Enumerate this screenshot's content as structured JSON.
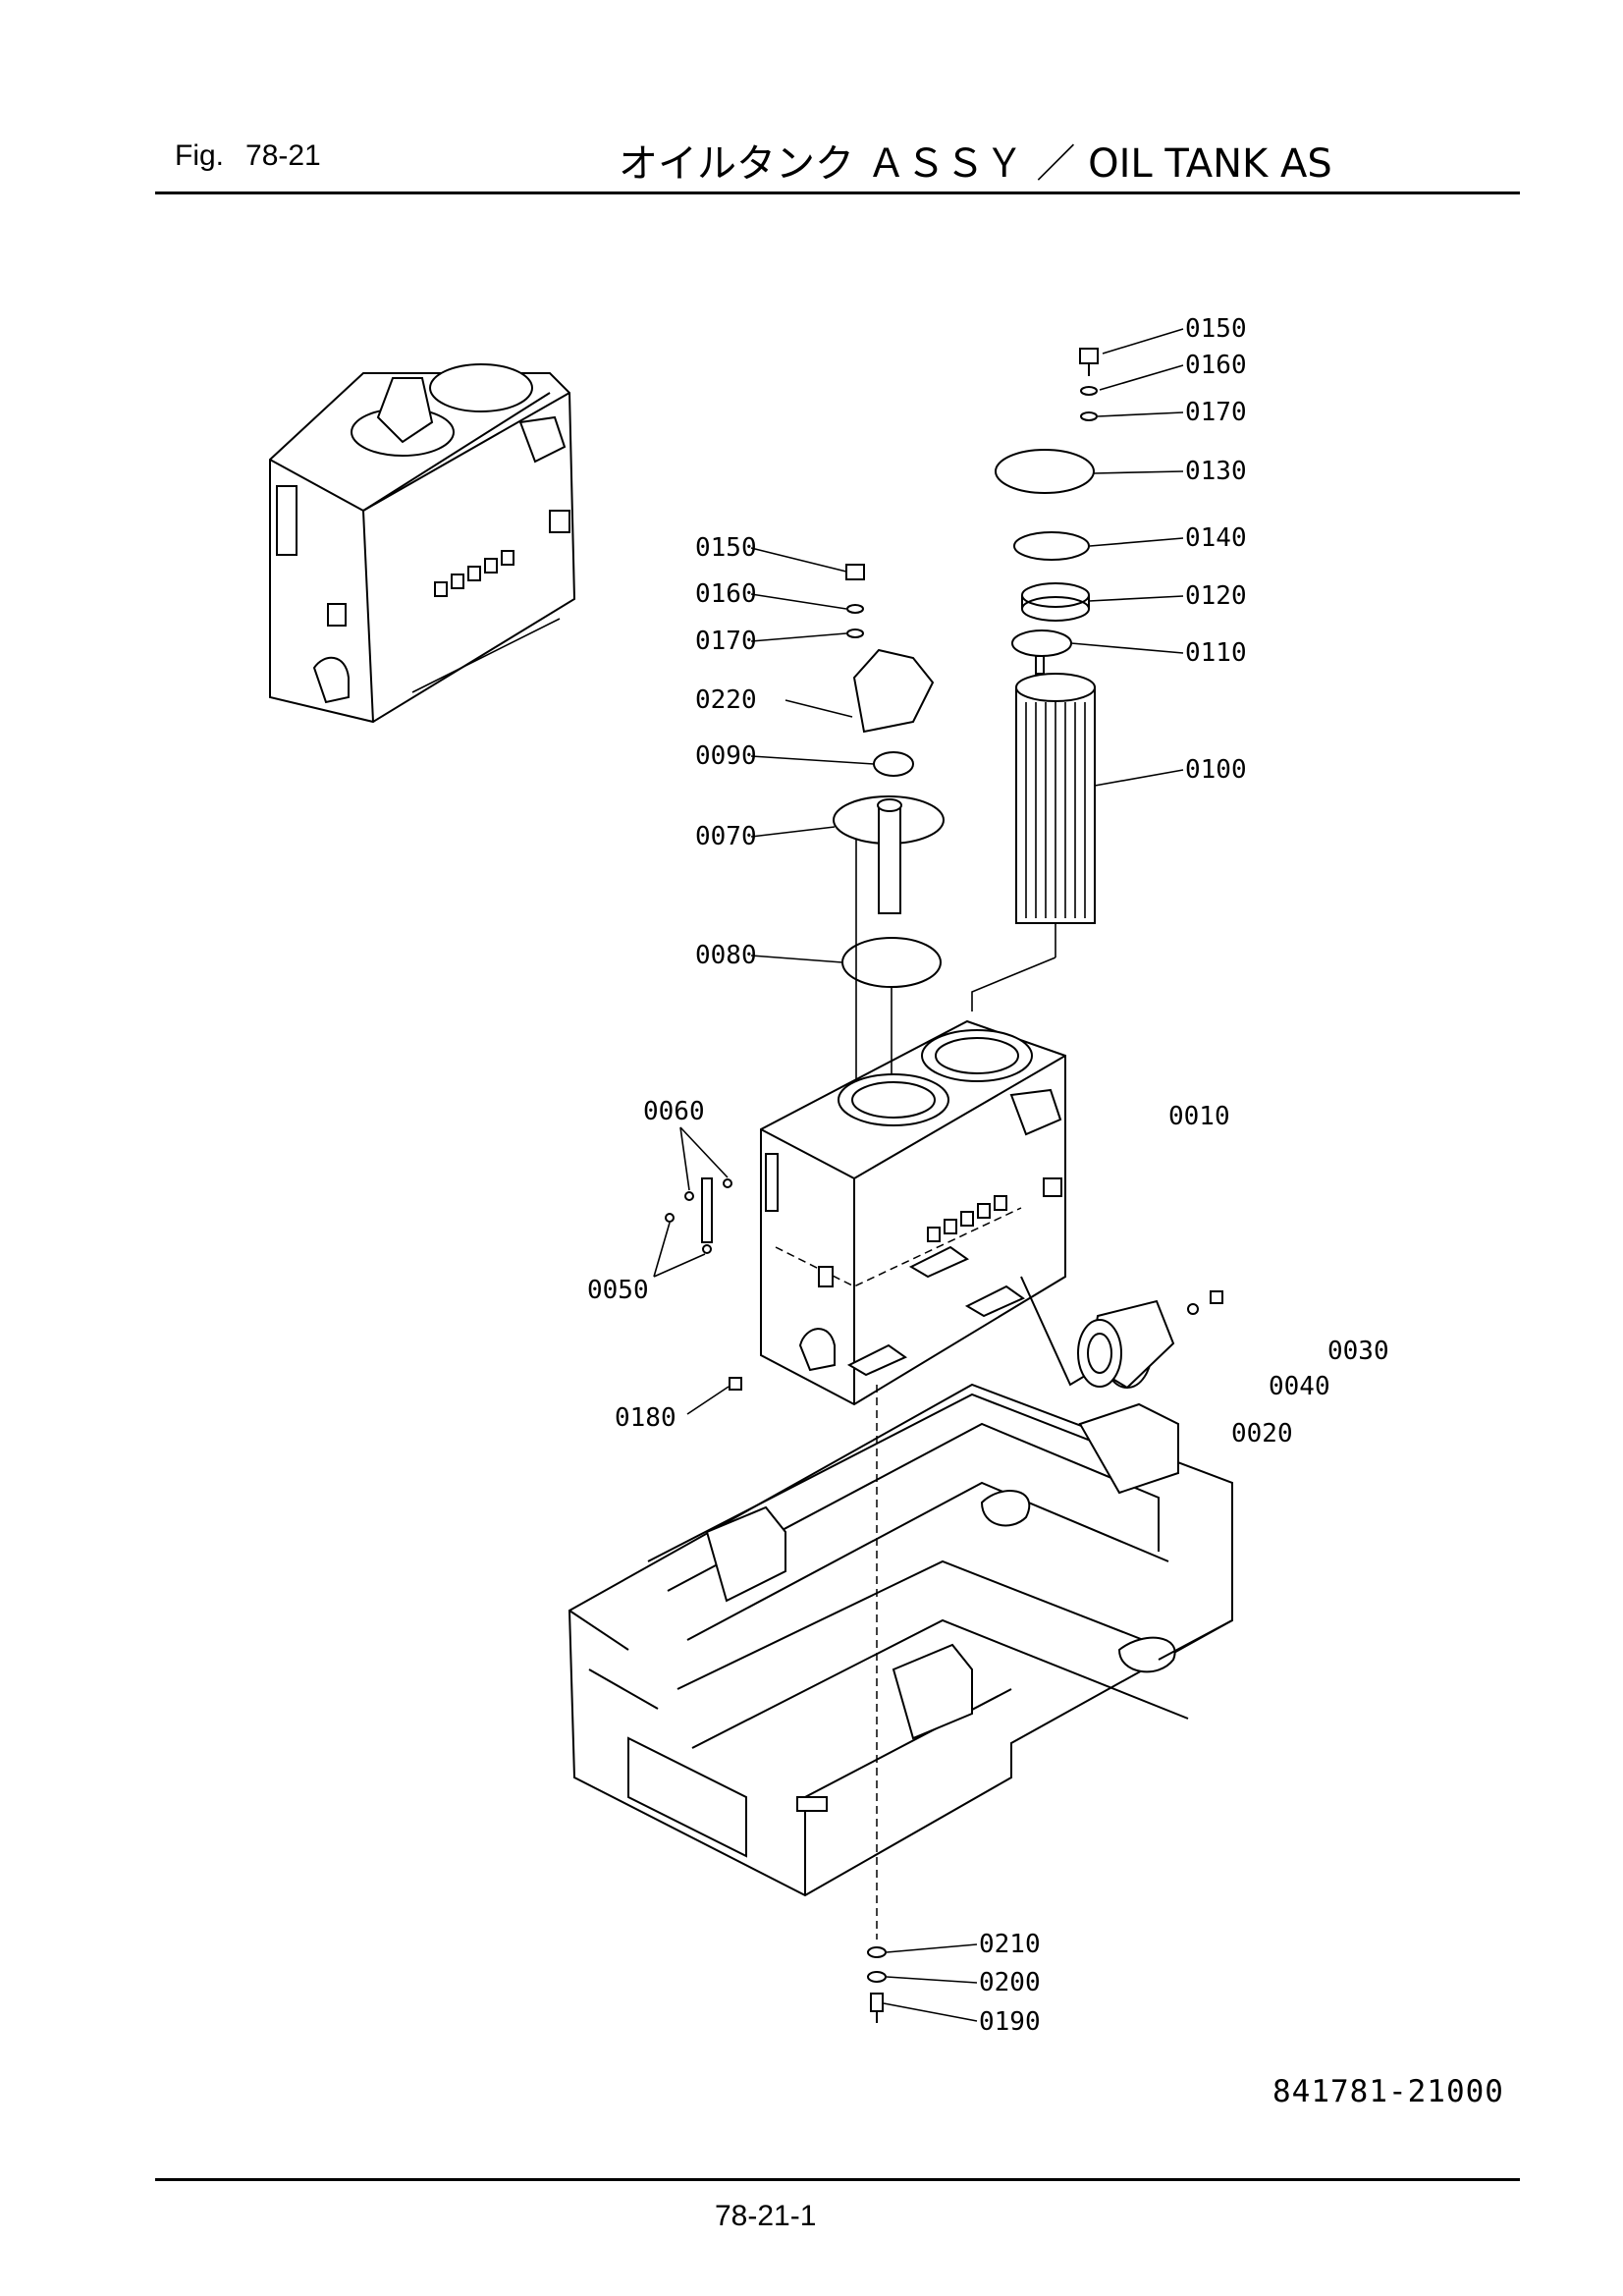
{
  "header": {
    "fig_label": "Fig.",
    "fig_number": "78-21",
    "title": "オイルタンク ＡＳＳＹ ／ OIL TANK AS"
  },
  "footer": {
    "drawing_number": "841781-21000",
    "page_number": "78-21-1"
  },
  "callouts": {
    "c0150_top": "0150",
    "c0160_top": "0160",
    "c0170_top": "0170",
    "c0130": "0130",
    "c0140": "0140",
    "c0120": "0120",
    "c0110": "0110",
    "c0100": "0100",
    "c0150_mid": "0150",
    "c0160_mid": "0160",
    "c0170_mid": "0170",
    "c0220": "0220",
    "c0090": "0090",
    "c0070": "0070",
    "c0080": "0080",
    "c0010": "0010",
    "c0060": "0060",
    "c0050": "0050",
    "c0180": "0180",
    "c0030": "0030",
    "c0040": "0040",
    "c0020": "0020",
    "c0210": "0210",
    "c0200": "0200",
    "c0190": "0190"
  }
}
